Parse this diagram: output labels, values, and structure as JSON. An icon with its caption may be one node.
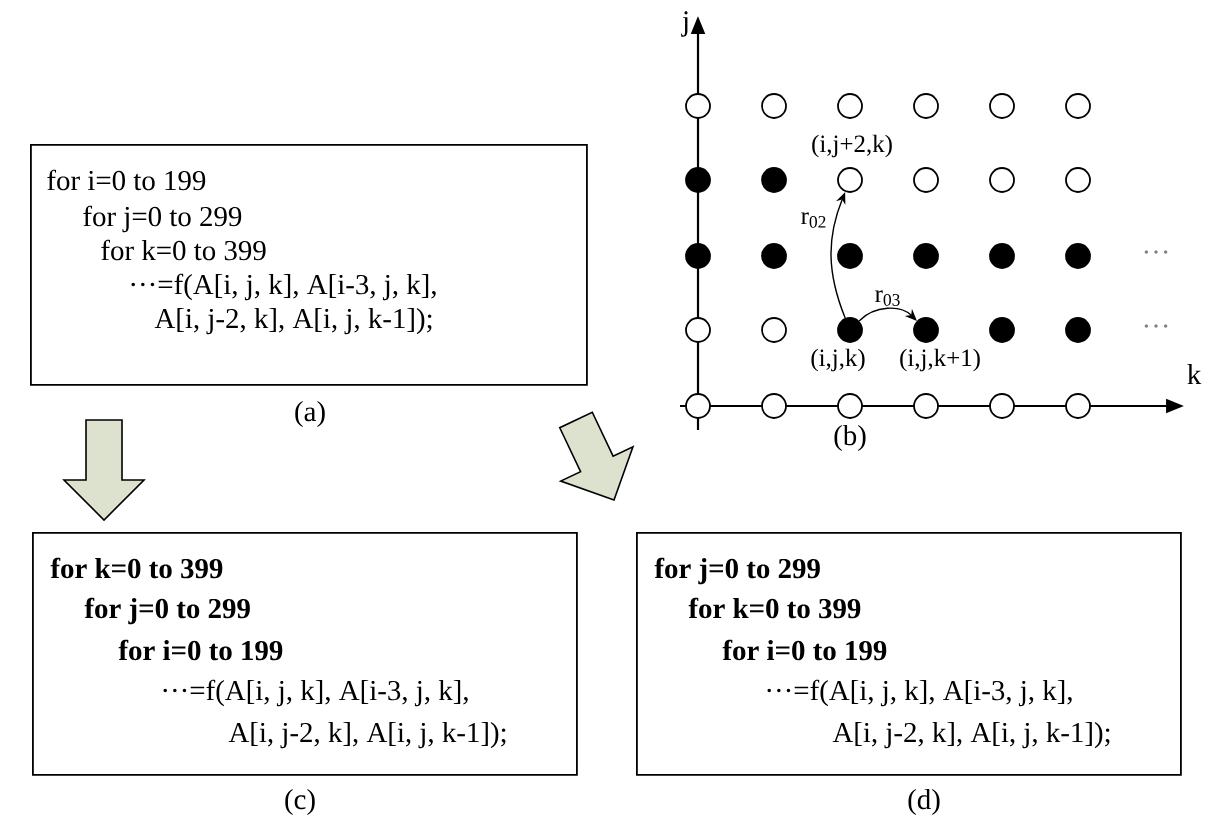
{
  "diagram": {
    "nodes": [
      {
        "text": [
          "for i=0 to 199",
          "for j=0 to 299",
          "for k=0 to 399",
          "···=f(A[i, j, k], A[i-3, j, k],",
          "A[i, j-2, k], A[i, j, k-1]);"
        ],
        "beside": [
          "(a)"
        ]
      },
      {
        "text": [],
        "shape": "circle"
      },
      {
        "text": [],
        "shape": "circle"
      },
      {
        "text": [],
        "shape": "circle"
      },
      {
        "text": [],
        "shape": "circle"
      },
      {
        "text": [],
        "shape": "circle"
      },
      {
        "text": [],
        "shape": "circle"
      },
      {
        "text": [],
        "shape": "dot"
      },
      {
        "text": [],
        "shape": "dot"
      },
      {
        "text": [],
        "shape": "circle",
        "beside": [
          "(i,j+2,k)"
        ]
      },
      {
        "text": [],
        "shape": "circle"
      },
      {
        "text": [],
        "shape": "circle"
      },
      {
        "text": [],
        "shape": "circle"
      },
      {
        "text": [],
        "shape": "dot"
      },
      {
        "text": [],
        "shape": "dot"
      },
      {
        "text": [],
        "shape": "dot"
      },
      {
        "text": [],
        "shape": "dot"
      },
      {
        "text": [],
        "shape": "dot"
      },
      {
        "text": [],
        "shape": "dot"
      },
      {
        "text": [],
        "shape": "circle"
      },
      {
        "text": [],
        "shape": "circle"
      },
      {
        "text": [],
        "shape": "dot",
        "beside": [
          "(i,j,k)"
        ]
      },
      {
        "text": [],
        "shape": "dot",
        "beside": [
          "(i,j,k+1)"
        ]
      },
      {
        "text": [],
        "shape": "dot"
      },
      {
        "text": [],
        "shape": "dot"
      },
      {
        "text": [],
        "shape": "circle"
      },
      {
        "text": [],
        "shape": "circle"
      },
      {
        "text": [],
        "shape": "circle"
      },
      {
        "text": [],
        "shape": "circle"
      },
      {
        "text": [],
        "shape": "circle"
      },
      {
        "text": [],
        "shape": "circle"
      },
      {
        "text": [
          "for k=0 to 399",
          "for j=0 to 299",
          "for i=0 to 199",
          "···=f(A[i, j, k], A[i-3, j, k],",
          "A[i, j-2, k], A[i, j, k-1]);"
        ],
        "beside": [
          "(c)"
        ]
      },
      {
        "text": [
          "for j=0 to 299",
          "for k=0 to 399",
          "for i=0 to 199",
          "···=f(A[i, j, k], A[i-3, j, k],",
          "A[i, j-2, k], A[i, j, k-1]);"
        ],
        "beside": [
          "(d)"
        ]
      }
    ],
    "edges": [
      {
        "from": 21,
        "to": 9,
        "arrow": "to",
        "label": "r$_{02}$"
      },
      {
        "from": 21,
        "to": 22,
        "arrow": "to",
        "label": "r$_{03}$"
      },
      {
        "from": 0,
        "to": 31,
        "arrow": "to",
        "style": "thick"
      },
      {
        "from": 0,
        "to": 32,
        "arrow": "to",
        "style": "thick"
      }
    ],
    "labels": [
      "j",
      "k",
      "(b)",
      "···",
      "···"
    ]
  }
}
